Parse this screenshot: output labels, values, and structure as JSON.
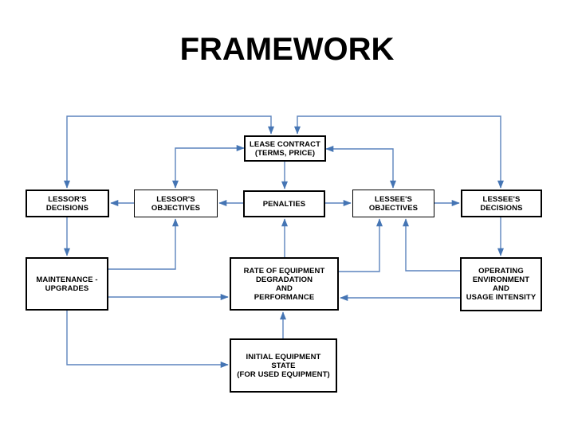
{
  "slide": {
    "title": "FRAMEWORK"
  },
  "colors": {
    "background": "#ffffff",
    "title_text": "#000000",
    "box_border": "#000000",
    "box_text": "#000000",
    "connector_line": "#5c84bd",
    "connector_arrow": "#4575b4"
  },
  "diagram": {
    "boxes": [
      {
        "id": "lease-contract",
        "label": "LEASE CONTRACT\n(TERMS, PRICE)"
      },
      {
        "id": "lessors-decisions",
        "label": "LESSOR'S\nDECISIONS"
      },
      {
        "id": "lessors-objectives",
        "label": "LESSOR'S\nOBJECTIVES"
      },
      {
        "id": "penalties",
        "label": "PENALTIES"
      },
      {
        "id": "lessees-objectives",
        "label": "LESSEE'S\nOBJECTIVES"
      },
      {
        "id": "lessees-decisions",
        "label": "LESSEE'S\nDECISIONS"
      },
      {
        "id": "maintenance-upgrades",
        "label": "MAINTENANCE -\nUPGRADES"
      },
      {
        "id": "rate-of-degradation",
        "label": "RATE OF EQUIPMENT\nDEGRADATION\nAND\nPERFORMANCE"
      },
      {
        "id": "operating-environment",
        "label": "OPERATING\nENVIRONMENT\nAND\nUSAGE INTENSITY"
      },
      {
        "id": "initial-equipment-state",
        "label": "INITIAL EQUIPMENT\nSTATE\n(FOR USED EQUIPMENT)"
      }
    ],
    "edges": [
      {
        "from": "lease-contract",
        "to": "lessors-decisions",
        "bidirectional": true
      },
      {
        "from": "lease-contract",
        "to": "lessees-decisions",
        "bidirectional": true
      },
      {
        "from": "lessors-objectives",
        "to": "lease-contract",
        "bidirectional": true
      },
      {
        "from": "lessees-objectives",
        "to": "lease-contract",
        "bidirectional": true
      },
      {
        "from": "lease-contract",
        "to": "penalties",
        "bidirectional": false
      },
      {
        "from": "penalties",
        "to": "lessors-objectives",
        "bidirectional": false
      },
      {
        "from": "penalties",
        "to": "lessees-objectives",
        "bidirectional": false
      },
      {
        "from": "lessors-objectives",
        "to": "lessors-decisions",
        "bidirectional": false
      },
      {
        "from": "lessees-objectives",
        "to": "lessees-decisions",
        "bidirectional": false
      },
      {
        "from": "lessors-decisions",
        "to": "maintenance-upgrades",
        "bidirectional": false
      },
      {
        "from": "lessees-decisions",
        "to": "operating-environment",
        "bidirectional": false
      },
      {
        "from": "maintenance-upgrades",
        "to": "lessors-objectives",
        "bidirectional": false
      },
      {
        "from": "maintenance-upgrades",
        "to": "rate-of-degradation",
        "bidirectional": false
      },
      {
        "from": "operating-environment",
        "to": "rate-of-degradation",
        "bidirectional": false
      },
      {
        "from": "rate-of-degradation",
        "to": "lessees-objectives",
        "bidirectional": false
      },
      {
        "from": "operating-environment",
        "to": "lessees-objectives",
        "bidirectional": false
      },
      {
        "from": "rate-of-degradation",
        "to": "penalties",
        "bidirectional": false
      },
      {
        "from": "initial-equipment-state",
        "to": "rate-of-degradation",
        "bidirectional": false
      },
      {
        "from": "maintenance-upgrades",
        "to": "initial-equipment-state",
        "bidirectional": false
      }
    ]
  }
}
